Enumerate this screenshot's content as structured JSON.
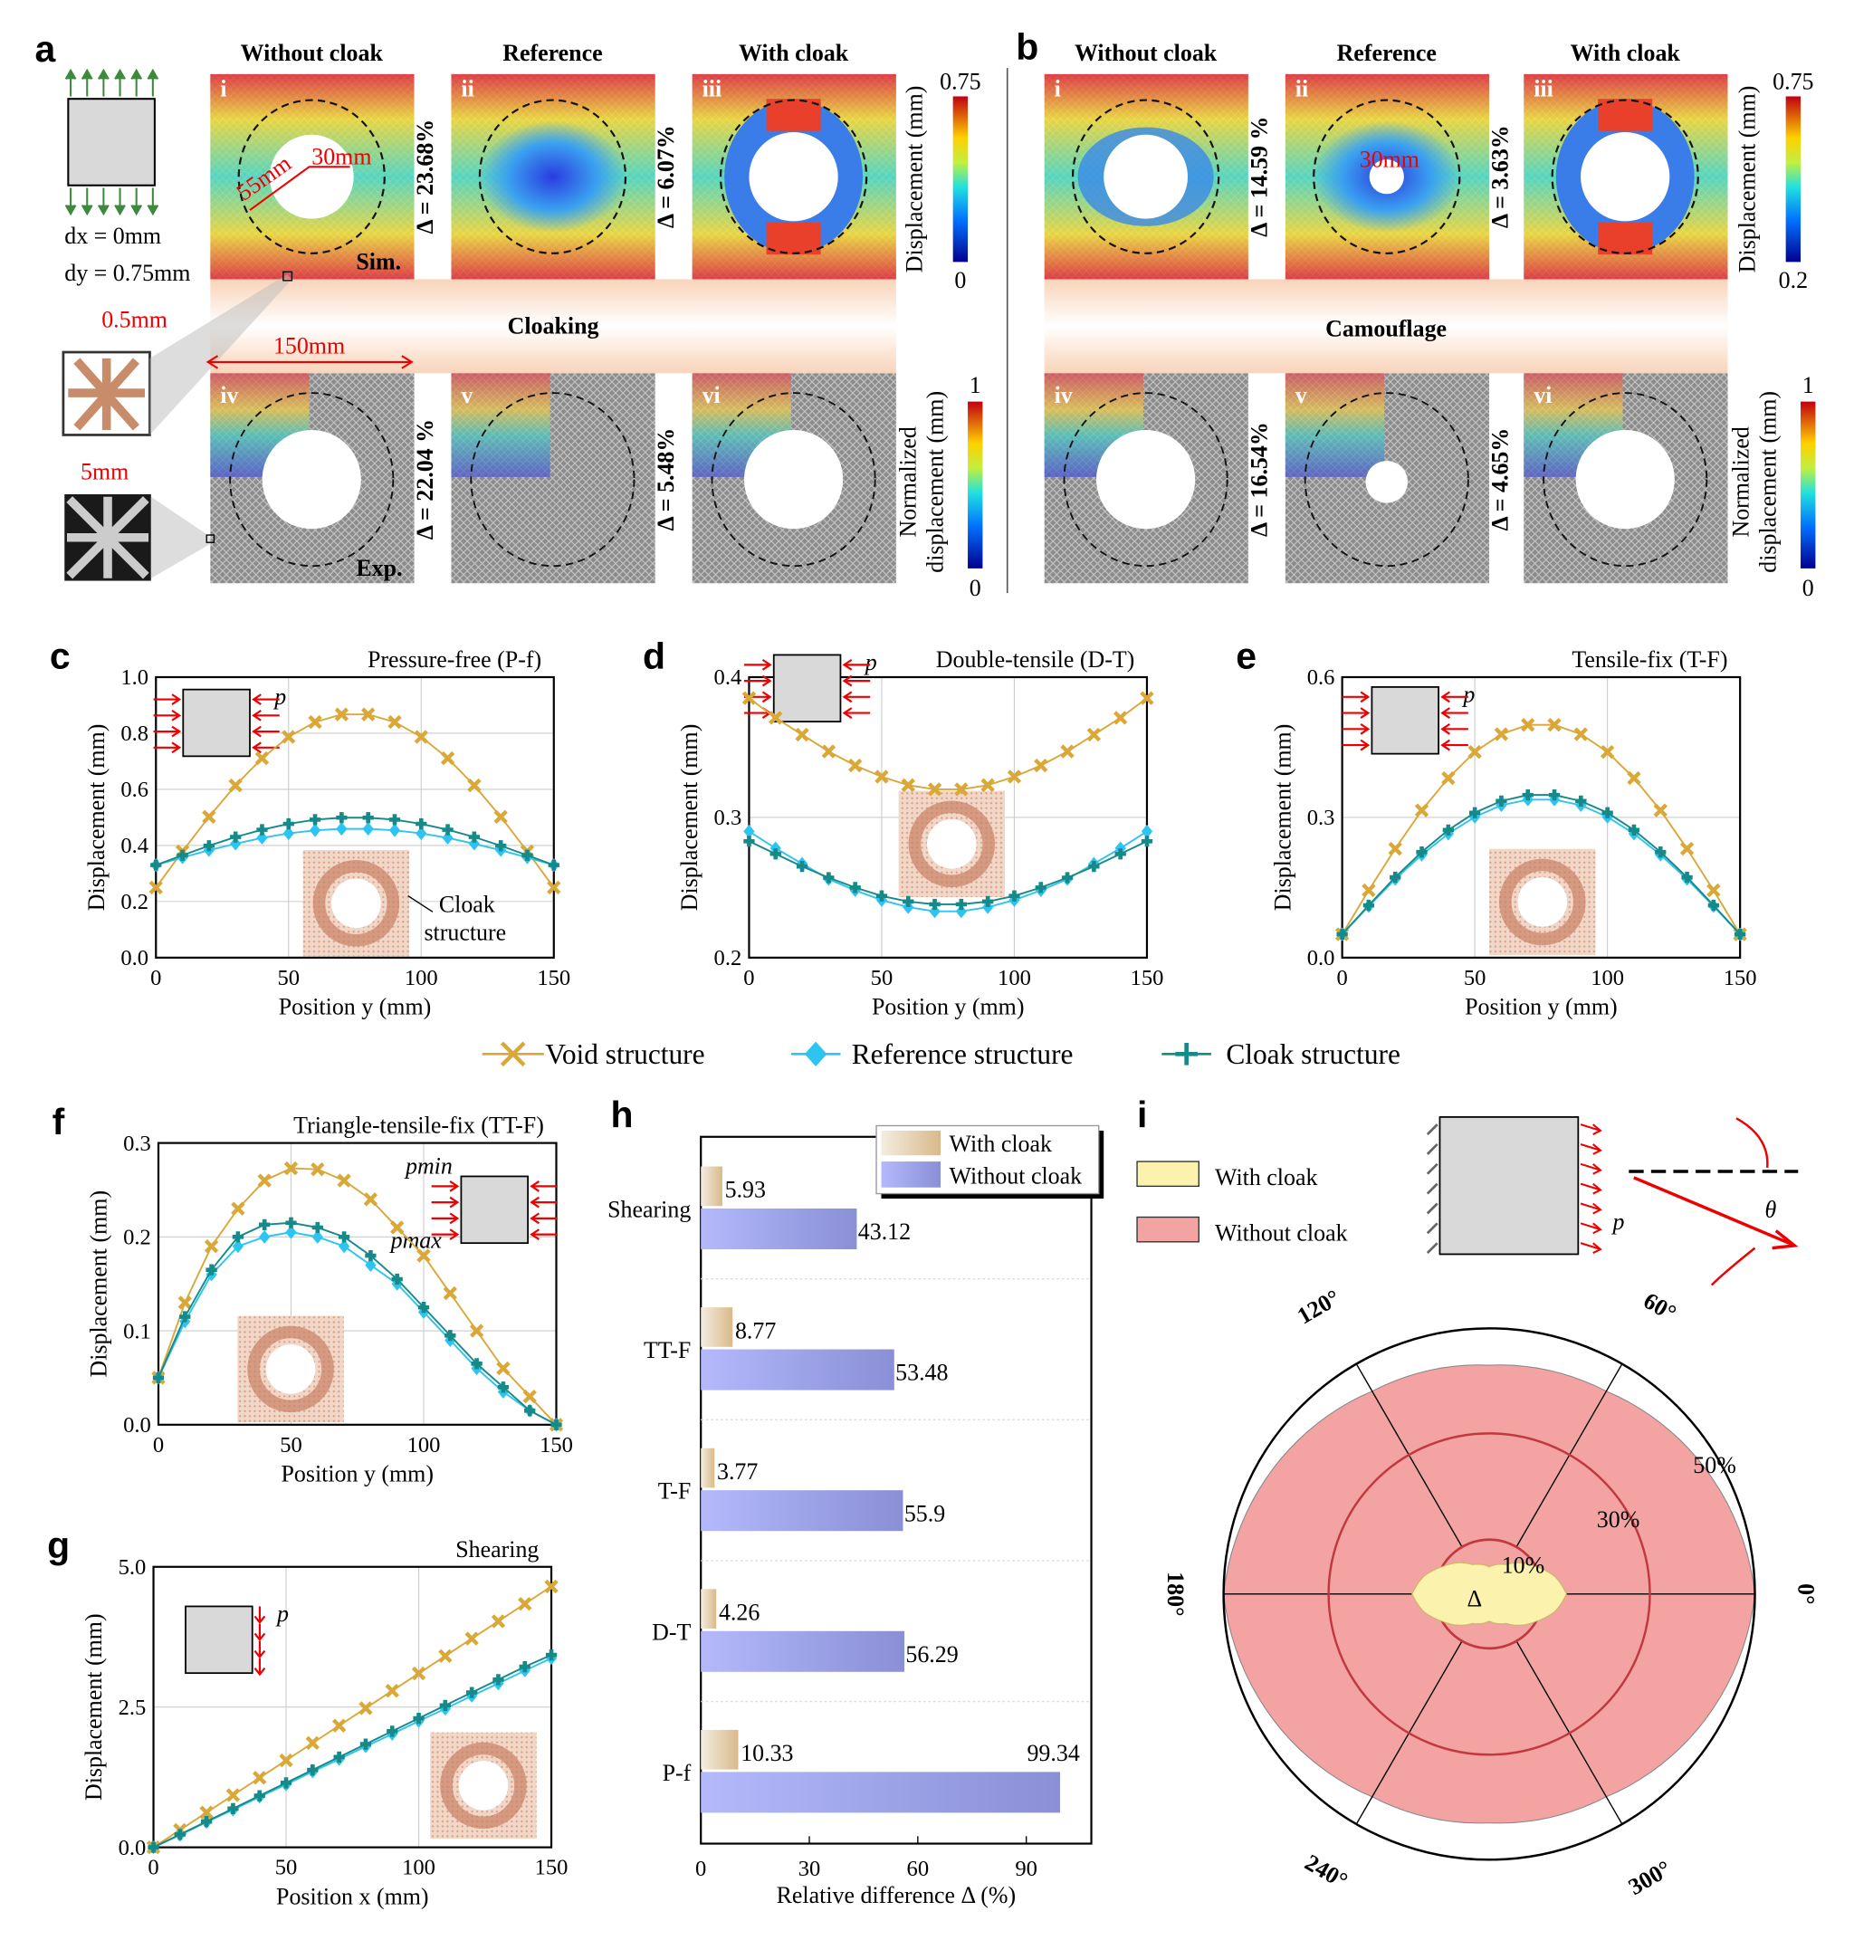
{
  "panel_a": {
    "label": "a",
    "col_titles": [
      "Without cloak",
      "Reference",
      "With cloak"
    ],
    "tile_labels": [
      "i",
      "ii",
      "iii",
      "iv",
      "v",
      "vi"
    ],
    "sim_label": "Sim.",
    "exp_label": "Exp.",
    "delta_sim": [
      "Δ = 23.68%",
      "Δ = 6.07%"
    ],
    "delta_exp": [
      "Δ = 22.04 %",
      "Δ = 5.48%"
    ],
    "section_title": "Cloaking",
    "dx": "dx = 0mm",
    "dy": "dy = 0.75mm",
    "dim_55": "55mm",
    "dim_30": "30mm",
    "dim_05": "0.5mm",
    "dim_150": "150mm",
    "dim_5": "5mm",
    "colorbar_top": {
      "label": "Displacement (mm)",
      "max": "0.75",
      "min": "0"
    },
    "colorbar_bottom": {
      "label1": "Normalized",
      "label2": "displacement (mm)",
      "max": "1",
      "min": "0"
    }
  },
  "panel_b": {
    "label": "b",
    "col_titles": [
      "Without cloak",
      "Reference",
      "With cloak"
    ],
    "tile_labels": [
      "i",
      "ii",
      "iii",
      "iv",
      "v",
      "vi"
    ],
    "delta_sim": [
      "Δ = 14.59 %",
      "Δ = 3.63%"
    ],
    "delta_exp": [
      "Δ = 16.54%",
      "Δ = 4.65%"
    ],
    "section_title": "Camouflage",
    "dim_30": "30mm",
    "colorbar_top": {
      "label": "Displacement (mm)",
      "max": "0.75",
      "min": "0.2"
    },
    "colorbar_bottom": {
      "label1": "Normalized",
      "label2": "displacement (mm)",
      "max": "1",
      "min": "0"
    }
  },
  "legend": {
    "series": [
      "Void structure",
      "Reference structure",
      "Cloak structure"
    ],
    "colors": {
      "void": "#d9a838",
      "reference": "#2ec4f2",
      "cloak": "#168a88"
    }
  },
  "chart_data": [
    {
      "id": "c",
      "type": "line",
      "label": "c",
      "title": "Pressure-free (P-f)",
      "xlabel": "Position y (mm)",
      "ylabel": "Displacement (mm)",
      "xlim": [
        0,
        150
      ],
      "ylim": [
        0,
        1.0
      ],
      "xticks": [
        "0",
        "50",
        "100",
        "150"
      ],
      "yticks": [
        "0.0",
        "0.2",
        "0.4",
        "0.6",
        "0.8",
        "1.0"
      ],
      "grid": true,
      "inset_text": [
        "Cloak",
        "structure"
      ],
      "load_label": "p",
      "x": [
        0,
        10,
        20,
        30,
        40,
        50,
        60,
        70,
        80,
        90,
        100,
        110,
        120,
        130,
        140,
        150
      ],
      "series": [
        {
          "name": "Void structure",
          "values": [
            0.25,
            0.379,
            0.502,
            0.614,
            0.711,
            0.787,
            0.84,
            0.867,
            0.867,
            0.84,
            0.787,
            0.711,
            0.614,
            0.502,
            0.379,
            0.25
          ]
        },
        {
          "name": "Reference structure",
          "values": [
            0.33,
            0.357,
            0.383,
            0.406,
            0.427,
            0.443,
            0.454,
            0.459,
            0.459,
            0.454,
            0.443,
            0.427,
            0.406,
            0.383,
            0.357,
            0.33
          ]
        },
        {
          "name": "Cloak structure",
          "values": [
            0.33,
            0.365,
            0.399,
            0.43,
            0.456,
            0.477,
            0.492,
            0.499,
            0.499,
            0.492,
            0.477,
            0.456,
            0.43,
            0.399,
            0.365,
            0.33
          ]
        }
      ]
    },
    {
      "id": "d",
      "type": "line",
      "label": "d",
      "title": "Double-tensile (D-T)",
      "xlabel": "Position y (mm)",
      "ylabel": "Displacement (mm)",
      "xlim": [
        0,
        150
      ],
      "ylim": [
        0.2,
        0.4
      ],
      "xticks": [
        "0",
        "50",
        "100",
        "150"
      ],
      "yticks": [
        "0.2",
        "0.3",
        "0.4"
      ],
      "grid": true,
      "load_label": "p",
      "x": [
        0,
        10,
        20,
        30,
        40,
        50,
        60,
        70,
        80,
        90,
        100,
        110,
        120,
        130,
        140,
        150
      ],
      "series": [
        {
          "name": "Void structure",
          "values": [
            0.385,
            0.371,
            0.359,
            0.347,
            0.337,
            0.329,
            0.323,
            0.32,
            0.32,
            0.323,
            0.329,
            0.337,
            0.347,
            0.359,
            0.371,
            0.385
          ]
        },
        {
          "name": "Reference structure",
          "values": [
            0.29,
            0.278,
            0.267,
            0.256,
            0.248,
            0.241,
            0.236,
            0.233,
            0.233,
            0.236,
            0.241,
            0.248,
            0.256,
            0.267,
            0.278,
            0.29
          ]
        },
        {
          "name": "Cloak structure",
          "values": [
            0.283,
            0.274,
            0.265,
            0.257,
            0.25,
            0.244,
            0.24,
            0.238,
            0.238,
            0.24,
            0.244,
            0.25,
            0.257,
            0.265,
            0.274,
            0.283
          ]
        }
      ]
    },
    {
      "id": "e",
      "type": "line",
      "label": "e",
      "title": "Tensile-fix (T-F)",
      "xlabel": "Position y (mm)",
      "ylabel": "Displacement (mm)",
      "xlim": [
        0,
        150
      ],
      "ylim": [
        0,
        0.6
      ],
      "xticks": [
        "0",
        "50",
        "100",
        "150"
      ],
      "yticks": [
        "0.0",
        "0.3",
        "0.6"
      ],
      "grid": true,
      "load_label": "p",
      "x": [
        0,
        10,
        20,
        30,
        40,
        50,
        60,
        70,
        80,
        90,
        100,
        110,
        120,
        130,
        140,
        150
      ],
      "series": [
        {
          "name": "Void structure",
          "values": [
            0.05,
            0.144,
            0.233,
            0.315,
            0.384,
            0.44,
            0.478,
            0.498,
            0.498,
            0.478,
            0.44,
            0.384,
            0.315,
            0.233,
            0.144,
            0.05
          ]
        },
        {
          "name": "Reference structure",
          "values": [
            0.05,
            0.11,
            0.168,
            0.22,
            0.265,
            0.301,
            0.326,
            0.338,
            0.338,
            0.326,
            0.301,
            0.265,
            0.22,
            0.168,
            0.11,
            0.05
          ]
        },
        {
          "name": "Cloak structure",
          "values": [
            0.05,
            0.112,
            0.172,
            0.226,
            0.273,
            0.31,
            0.335,
            0.348,
            0.348,
            0.335,
            0.31,
            0.273,
            0.226,
            0.172,
            0.112,
            0.05
          ]
        }
      ]
    },
    {
      "id": "f",
      "type": "line",
      "label": "f",
      "title": "Triangle-tensile-fix (TT-F)",
      "xlabel": "Position y (mm)",
      "ylabel": "Displacement (mm)",
      "xlim": [
        0,
        150
      ],
      "ylim": [
        0,
        0.3
      ],
      "xticks": [
        "0",
        "50",
        "100",
        "150"
      ],
      "yticks": [
        "0.0",
        "0.1",
        "0.2",
        "0.3"
      ],
      "grid": true,
      "load_min": "pmin",
      "load_max": "pmax",
      "x": [
        0,
        10,
        20,
        30,
        40,
        50,
        60,
        70,
        80,
        90,
        100,
        110,
        120,
        130,
        140,
        150
      ],
      "series": [
        {
          "name": "Void structure",
          "values": [
            0.05,
            0.13,
            0.19,
            0.23,
            0.26,
            0.273,
            0.272,
            0.26,
            0.24,
            0.21,
            0.18,
            0.14,
            0.1,
            0.06,
            0.03,
            0.0
          ]
        },
        {
          "name": "Reference structure",
          "values": [
            0.05,
            0.11,
            0.16,
            0.19,
            0.2,
            0.205,
            0.2,
            0.19,
            0.17,
            0.15,
            0.12,
            0.09,
            0.06,
            0.035,
            0.015,
            0.0
          ]
        },
        {
          "name": "Cloak structure",
          "values": [
            0.05,
            0.115,
            0.165,
            0.2,
            0.213,
            0.215,
            0.21,
            0.2,
            0.18,
            0.155,
            0.125,
            0.095,
            0.065,
            0.04,
            0.015,
            0.0
          ]
        }
      ]
    },
    {
      "id": "g",
      "type": "line",
      "label": "g",
      "title": "Shearing",
      "xlabel": "Position x (mm)",
      "ylabel": "Displacement (mm)",
      "xlim": [
        0,
        150
      ],
      "ylim": [
        0,
        5.0
      ],
      "xticks": [
        "0",
        "50",
        "100",
        "150"
      ],
      "yticks": [
        "0.0",
        "2.5",
        "5.0"
      ],
      "grid": true,
      "load_label": "p",
      "x": [
        0,
        10,
        20,
        30,
        40,
        50,
        60,
        70,
        80,
        90,
        100,
        110,
        120,
        130,
        140,
        150
      ],
      "series": [
        {
          "name": "Void structure",
          "values": [
            0,
            0.31,
            0.62,
            0.93,
            1.24,
            1.55,
            1.86,
            2.17,
            2.48,
            2.79,
            3.1,
            3.41,
            3.72,
            4.03,
            4.34,
            4.65
          ]
        },
        {
          "name": "Reference structure",
          "values": [
            0,
            0.22,
            0.45,
            0.67,
            0.9,
            1.12,
            1.35,
            1.57,
            1.8,
            2.02,
            2.25,
            2.47,
            2.7,
            2.92,
            3.15,
            3.37
          ]
        },
        {
          "name": "Cloak structure",
          "values": [
            0,
            0.23,
            0.46,
            0.69,
            0.92,
            1.15,
            1.38,
            1.61,
            1.84,
            2.07,
            2.3,
            2.53,
            2.76,
            2.99,
            3.22,
            3.43
          ]
        }
      ]
    },
    {
      "id": "h",
      "type": "bar",
      "orientation": "horizontal",
      "label": "h",
      "xlabel": "Relative difference Δ (%)",
      "xlim": [
        0,
        108
      ],
      "xticks": [
        "0",
        "30",
        "60",
        "90"
      ],
      "categories": [
        "Shearing",
        "TT-F",
        "T-F",
        "D-T",
        "P-f"
      ],
      "legend_position": "top-right",
      "series": [
        {
          "name": "With cloak",
          "values": [
            5.93,
            8.77,
            3.77,
            4.26,
            10.33
          ],
          "labels": [
            "5.93",
            "8.77",
            "3.77",
            "4.26",
            "10.33"
          ],
          "color": "#d9b98a"
        },
        {
          "name": "Without cloak",
          "values": [
            43.12,
            53.48,
            55.9,
            56.29,
            99.34
          ],
          "labels": [
            "43.12",
            "53.48",
            "55.9",
            "56.29",
            "99.34"
          ],
          "color": "#8f95db"
        }
      ]
    },
    {
      "id": "i",
      "type": "polar-area",
      "label": "i",
      "angle_ticks": [
        "0°",
        "60°",
        "120°",
        "180°",
        "240°",
        "300°"
      ],
      "radial_ticks": [
        "10%",
        "30%",
        "50%"
      ],
      "center_label": "Δ",
      "load_label": "p",
      "angle_symbol": "θ",
      "angles": [
        0,
        30,
        60,
        90,
        120,
        150,
        180,
        210,
        240,
        270,
        300,
        330
      ],
      "series": [
        {
          "name": "Without cloak",
          "values": [
            50,
            47,
            44,
            43,
            44,
            47,
            50,
            47,
            44,
            43,
            44,
            47
          ],
          "color": "#f4a3a3"
        },
        {
          "name": "With cloak",
          "values": [
            12,
            8,
            5,
            4,
            5,
            8,
            12,
            8,
            5,
            4,
            5,
            8
          ],
          "color": "#fbf2ad"
        }
      ]
    }
  ]
}
